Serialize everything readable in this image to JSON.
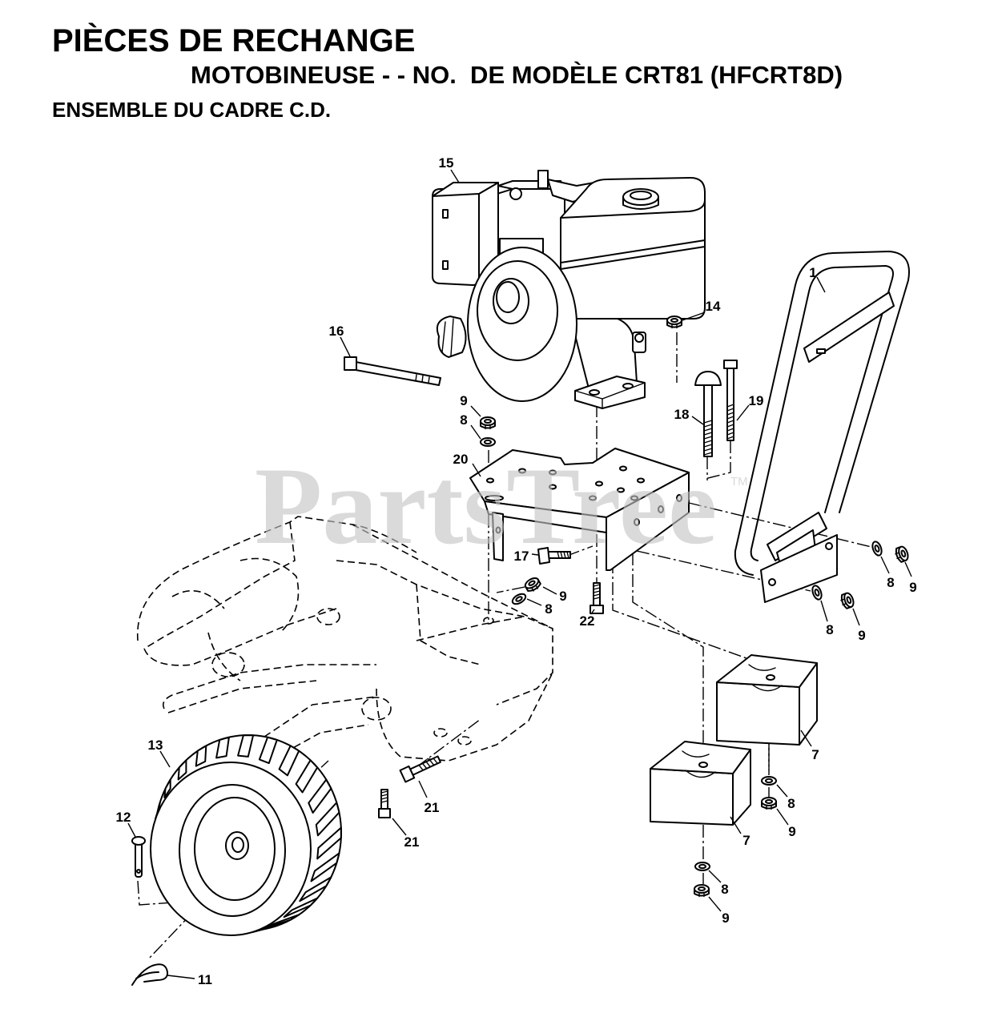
{
  "header": {
    "title": "PIÈCES DE RECHANGE",
    "subtitle": "MOTOBINEUSE - - NO.  DE MODÈLE CRT81 (HFCRT8D)",
    "section": "ENSEMBLE DU CADRE C.D."
  },
  "watermark": {
    "text": "PartsTree",
    "tm": "TM"
  },
  "callouts": [
    "15",
    "1",
    "14",
    "16",
    "19",
    "18",
    "9",
    "8",
    "20",
    "17",
    "9",
    "8",
    "22",
    "8",
    "9",
    "8",
    "9",
    "7",
    "13",
    "21",
    "8",
    "9",
    "7",
    "12",
    "21",
    "8",
    "9",
    "11"
  ],
  "colors": {
    "ink": "#000000",
    "background": "#ffffff",
    "watermark": "#c4c4c4"
  }
}
